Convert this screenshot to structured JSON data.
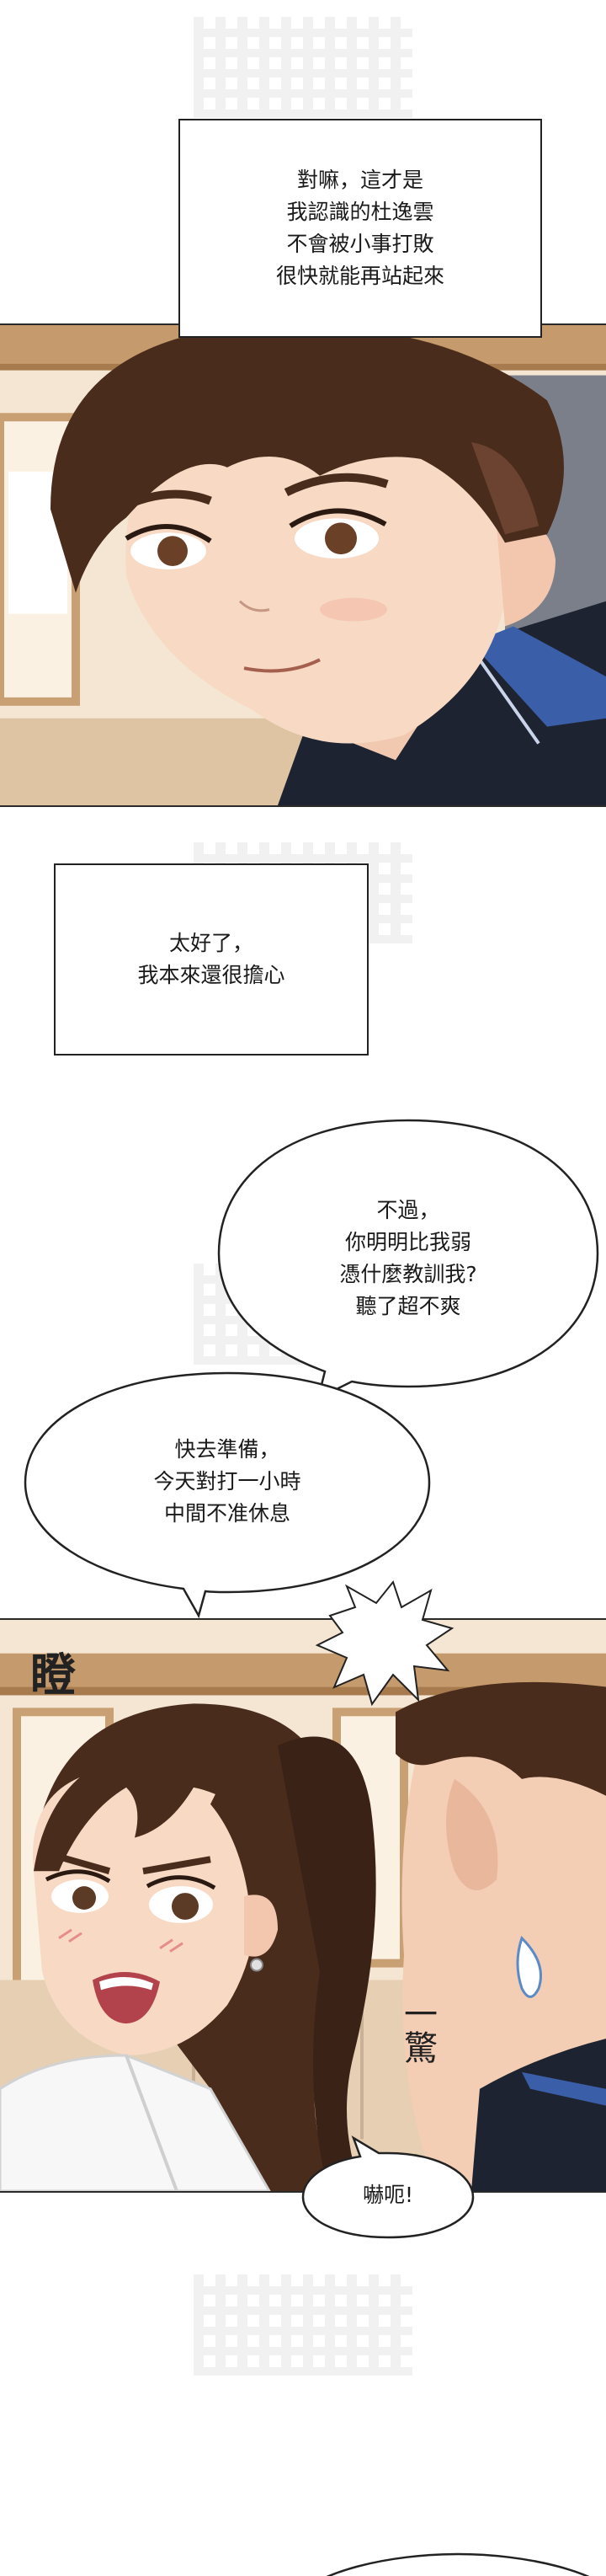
{
  "captions": {
    "top": [
      "對嘛，這才是",
      "我認識的杜逸雲",
      "不會被小事打敗",
      "很快就能再站起來"
    ],
    "middle": [
      "太好了，",
      "我本來還很擔心"
    ]
  },
  "bubbles": {
    "right": [
      "不過，",
      "你明明比我弱",
      "憑什麼教訓我?",
      "聽了超不爽"
    ],
    "left": [
      "快去準備，",
      "今天對打一小時",
      "中間不准休息"
    ],
    "small": [
      "嚇呃!"
    ]
  },
  "sfx": {
    "glare": "瞪",
    "startle": "一驚"
  },
  "colors": {
    "wood": "#c9a074",
    "wall": "#f3e3cc",
    "hair": "#4a2c1d",
    "skin": "#f7d9c4",
    "jacket": "#1d2330",
    "jacket_stripe": "#3b5ea8"
  }
}
